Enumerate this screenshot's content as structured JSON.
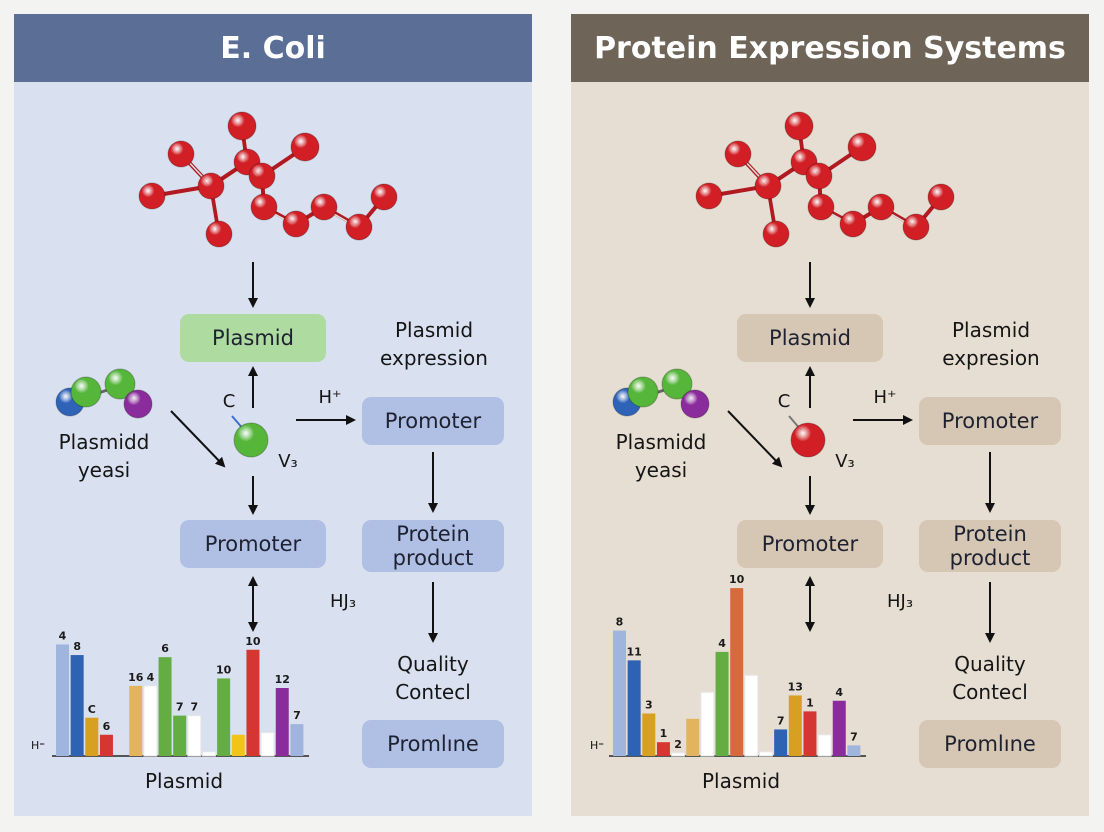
{
  "colors": {
    "left_bg": "#d9e0f0",
    "left_header": "#5a6e96",
    "left_box": "#b0bfe4",
    "left_box_green": "#aedb9f",
    "right_bg": "#e6ded2",
    "right_header": "#6e6458",
    "right_box": "#d6c6b4",
    "atom_red": "#d11f25",
    "atom_green": "#55b63a",
    "atom_blue": "#2f63b8",
    "atom_purple": "#8b2c9c"
  },
  "panels": {
    "left": {
      "title": "E. Coli",
      "top_box": "Plasmid",
      "side_label": "Plasmid\nexpression",
      "small_molecule_label": "Plasmidd\nyeasi",
      "label_c": "C",
      "label_v3": "V₃",
      "label_h": "H⁺",
      "label_hj3": "HJ₃",
      "promoter_right": "Promoter",
      "promoter_center": "Promoter",
      "protein_product": "Protein\nproduct",
      "quality": "Quality\nContecl",
      "bottom_box": "Promlıne",
      "chart_axis_label": "H⁼",
      "chart_label": "Plasmid",
      "center_atom_color": "#55b63a"
    },
    "right": {
      "title": "Protein Expression Systems",
      "top_box": "Plasmid",
      "side_label": "Plasmid\nexpresion",
      "small_molecule_label": "Plasmidd\nyeasi",
      "label_c": "C",
      "label_v3": "V₃",
      "label_h": "H⁺",
      "label_hj3": "HJ₃",
      "promoter_right": "Promoter",
      "promoter_center": "Promoter",
      "protein_product": "Protein\nproduct",
      "quality": "Quality\nContecl",
      "bottom_box": "Promlıne",
      "chart_axis_label": "H⁼",
      "chart_label": "Plasmid",
      "center_atom_color": "#d11f25"
    }
  },
  "chart_data": [
    {
      "type": "bar",
      "title": "",
      "xlabel": "Plasmid",
      "ylabel": "H⁼",
      "bars": [
        {
          "label": "4",
          "value": 105,
          "color": "#9fb5de"
        },
        {
          "label": "8",
          "value": 95,
          "color": "#2e62b2"
        },
        {
          "label": "C",
          "value": 36,
          "color": "#d8a021"
        },
        {
          "label": "6",
          "value": 20,
          "color": "#d63631"
        },
        {
          "label": "",
          "value": 0,
          "color": "#ffffff"
        },
        {
          "label": "16",
          "value": 66,
          "color": "#e2b45e"
        },
        {
          "label": "4",
          "value": 66,
          "color": "#ffffff"
        },
        {
          "label": "6",
          "value": 93,
          "color": "#63ad43"
        },
        {
          "label": "7",
          "value": 38,
          "color": "#63ad43"
        },
        {
          "label": "7",
          "value": 38,
          "color": "#ffffff"
        },
        {
          "label": "",
          "value": 4,
          "color": "#ffffff"
        },
        {
          "label": "10",
          "value": 73,
          "color": "#63ad43"
        },
        {
          "label": "",
          "value": 20,
          "color": "#f0c419"
        },
        {
          "label": "10",
          "value": 100,
          "color": "#d63631"
        },
        {
          "label": "",
          "value": 22,
          "color": "#ffffff"
        },
        {
          "label": "12",
          "value": 64,
          "color": "#8b2c9c"
        },
        {
          "label": "7",
          "value": 30,
          "color": "#9fb5de"
        }
      ]
    },
    {
      "type": "bar",
      "title": "",
      "xlabel": "Plasmid",
      "ylabel": "H⁼",
      "bars": [
        {
          "label": "8",
          "value": 118,
          "color": "#9fb5de"
        },
        {
          "label": "11",
          "value": 90,
          "color": "#2e62b2"
        },
        {
          "label": "3",
          "value": 40,
          "color": "#d8a021"
        },
        {
          "label": "1",
          "value": 13,
          "color": "#d63631"
        },
        {
          "label": "2",
          "value": 3,
          "color": "#ffffff"
        },
        {
          "label": "",
          "value": 35,
          "color": "#e2b45e"
        },
        {
          "label": "",
          "value": 60,
          "color": "#ffffff"
        },
        {
          "label": "4",
          "value": 98,
          "color": "#63ad43"
        },
        {
          "label": "10",
          "value": 158,
          "color": "#d9683d"
        },
        {
          "label": "",
          "value": 76,
          "color": "#ffffff"
        },
        {
          "label": "",
          "value": 4,
          "color": "#ffffff"
        },
        {
          "label": "7",
          "value": 25,
          "color": "#2e62b2"
        },
        {
          "label": "13",
          "value": 57,
          "color": "#d8a021"
        },
        {
          "label": "1",
          "value": 42,
          "color": "#d63631"
        },
        {
          "label": "",
          "value": 20,
          "color": "#ffffff"
        },
        {
          "label": "4",
          "value": 52,
          "color": "#8b2c9c"
        },
        {
          "label": "7",
          "value": 10,
          "color": "#9fb5de"
        }
      ]
    }
  ]
}
